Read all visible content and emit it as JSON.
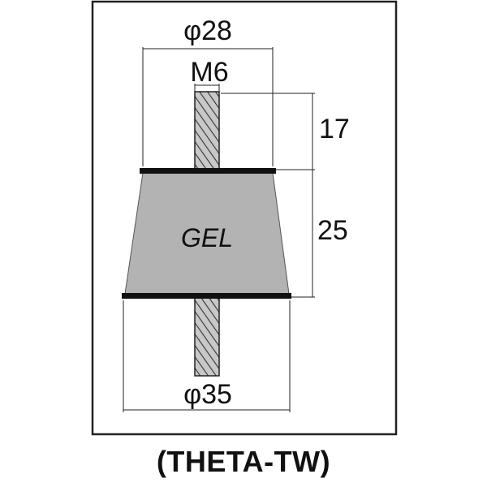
{
  "dimensions": {
    "top_diameter": "φ28",
    "thread": "M6",
    "stud_length": "17",
    "body_height": "25",
    "bottom_diameter": "φ35"
  },
  "body_label": "GEL",
  "caption": "(THETA-TW)",
  "colors": {
    "body_fill": "#b3b3b3",
    "outline": "#111111",
    "frame": "#222222"
  }
}
